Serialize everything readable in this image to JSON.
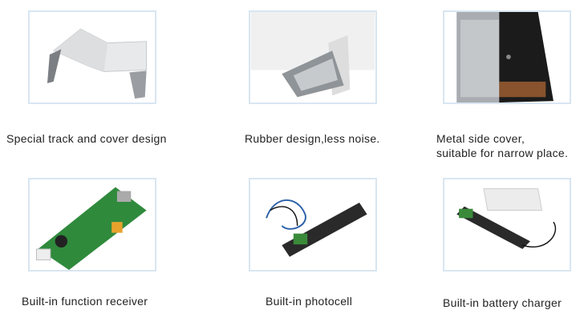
{
  "features": [
    {
      "label": "Special track and cover design",
      "icon": "track-cover-image"
    },
    {
      "label": "Rubber design,less noise.",
      "icon": "rubber-track-image"
    },
    {
      "label_line1": "Metal side cover,",
      "label_line2": "suitable for narrow place.",
      "icon": "metal-side-cover-image"
    },
    {
      "label": "Built-in function receiver",
      "icon": "circuit-board-image"
    },
    {
      "label": "Built-in photocell",
      "icon": "photocell-image"
    },
    {
      "label": "Built-in battery charger",
      "icon": "battery-charger-image"
    }
  ],
  "colors": {
    "frame_border": "#d9e6f1",
    "text": "#222222"
  }
}
